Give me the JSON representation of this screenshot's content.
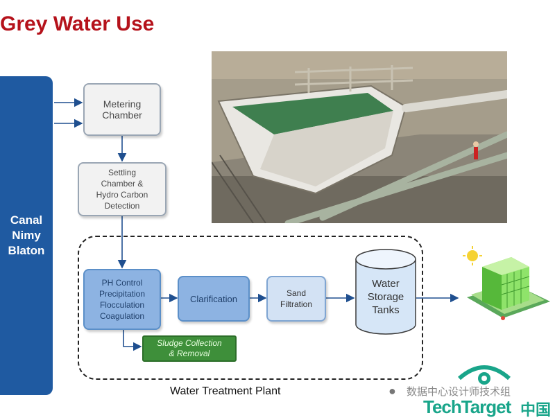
{
  "title": "Grey Water Use",
  "canal": [
    "Canal",
    "Nimy",
    "Blaton"
  ],
  "steps": {
    "metering": [
      "Metering",
      "Chamber"
    ],
    "settling": [
      "Settling",
      "Chamber &",
      "Hydro Carbon",
      "Detection"
    ],
    "ph": [
      "PH Control",
      "Precipitation",
      "Flocculation",
      "Coagulation"
    ],
    "clarification": [
      "Clarification"
    ],
    "sand": [
      "Sand",
      "Filtration"
    ],
    "storage": [
      "Water",
      "Storage",
      "Tanks"
    ],
    "sludge": [
      "Sludge Collection",
      "& Removal"
    ]
  },
  "plant_label": "Water Treatment Plant",
  "watermark": {
    "channel": "数据中心设计师技术组",
    "brand": "TechTarget",
    "brand_cn": "中国"
  },
  "colors": {
    "title": "#b5121b",
    "canal": "#1f5aa1",
    "process_blue": "#8db3e2",
    "sludge_green": "#3e8f3a"
  },
  "icons": [
    "arrow-icon",
    "eye-logo-icon",
    "wechat-icon",
    "sun-icon"
  ]
}
